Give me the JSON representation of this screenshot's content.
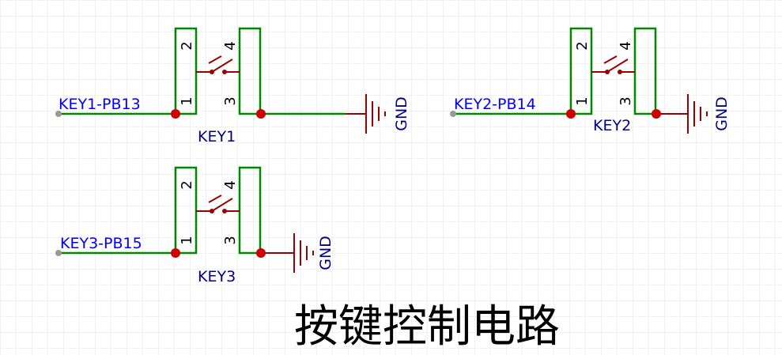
{
  "colors": {
    "grid": "#e6e6e6",
    "wire": "#008800",
    "component": "#990000",
    "junction": "#cc0000",
    "netlabel": "#0000ff",
    "designator": "#000080",
    "text": "#000000"
  },
  "keys": [
    {
      "designator": "KEY1",
      "net_label": "KEY1-PB13",
      "pins": [
        "1",
        "2",
        "3",
        "4"
      ],
      "ground": "GND"
    },
    {
      "designator": "KEY2",
      "net_label": "KEY2-PB14",
      "pins": [
        "1",
        "2",
        "3",
        "4"
      ],
      "ground": "GND"
    },
    {
      "designator": "KEY3",
      "net_label": "KEY3-PB15",
      "pins": [
        "1",
        "2",
        "3",
        "4"
      ],
      "ground": "GND"
    }
  ],
  "title": "按键控制电路"
}
